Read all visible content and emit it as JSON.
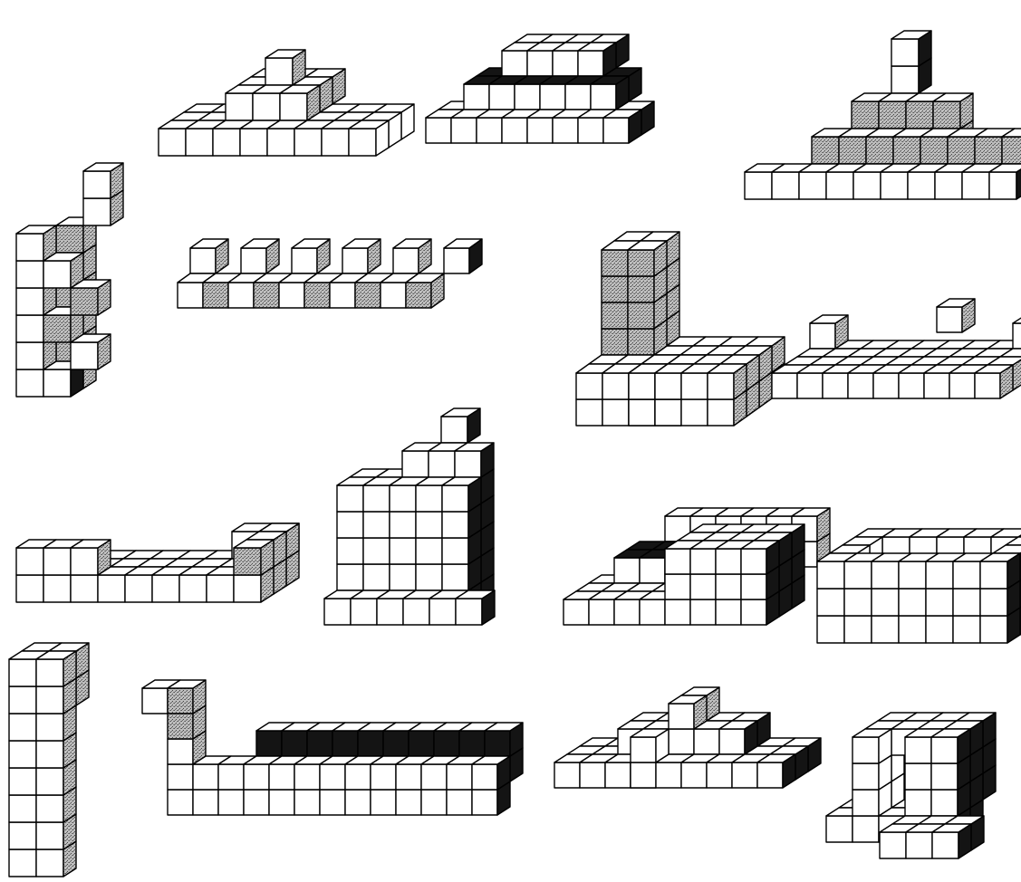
{
  "colors": {
    "background": "#ffffff",
    "outline": "#000000",
    "face_white": "#ffffff",
    "face_stipple": "#9a9a9a",
    "face_dark": "#141414"
  },
  "figures": [
    {
      "name": "stepped-pyramid-white"
    },
    {
      "name": "staircase-three-step"
    },
    {
      "name": "long-staircase-dark"
    },
    {
      "name": "tall-comb-column"
    },
    {
      "name": "zigzag-cube-row"
    },
    {
      "name": "l-shaped-chair"
    },
    {
      "name": "flat-tray-with-posts"
    },
    {
      "name": "u-shaped-trough"
    },
    {
      "name": "tall-stepped-tower"
    },
    {
      "name": "terraced-block"
    },
    {
      "name": "open-box-frame"
    },
    {
      "name": "twin-tall-column"
    },
    {
      "name": "snake-wall-dark"
    },
    {
      "name": "pyramid-cross"
    },
    {
      "name": "arch-bridge-block"
    }
  ]
}
